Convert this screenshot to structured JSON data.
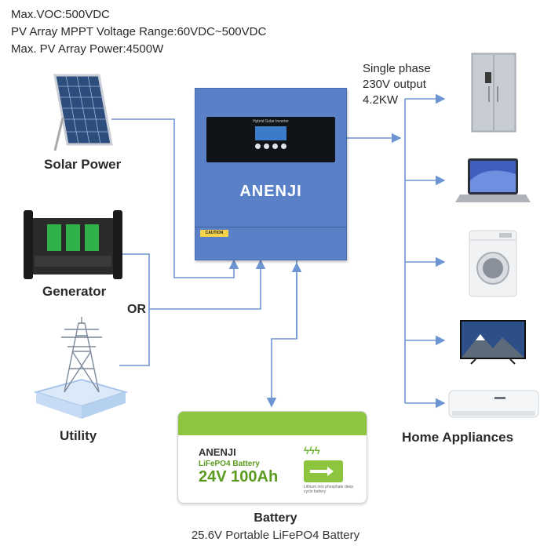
{
  "specs": {
    "line1": "Max.VOC:500VDC",
    "line2": "PV Array MPPT Voltage Range:60VDC~500VDC",
    "line3": "Max. PV Array Power:4500W"
  },
  "sources": {
    "solar": "Solar Power",
    "generator": "Generator",
    "or": "OR",
    "utility": "Utility"
  },
  "output": {
    "line1": "Single phase",
    "line2": "230V output",
    "line3": "4.2KW"
  },
  "inverter": {
    "brand": "ANENJI",
    "screen_title": "Hybrid Solar Inverter",
    "caution": "CAUTION"
  },
  "battery": {
    "brand": "ANENJI",
    "chem": "LiFePO4 Battery",
    "rating": "24V 100Ah",
    "side_note": "Lithium iron phosphate deep cycle battery",
    "label": "Battery",
    "desc": "25.6V Portable LiFePO4 Battery"
  },
  "appliances_label": "Home Appliances",
  "colors": {
    "arrow": "#6d95d4",
    "inverter_body": "#5a80c8",
    "battery_green": "#8cc63f"
  }
}
